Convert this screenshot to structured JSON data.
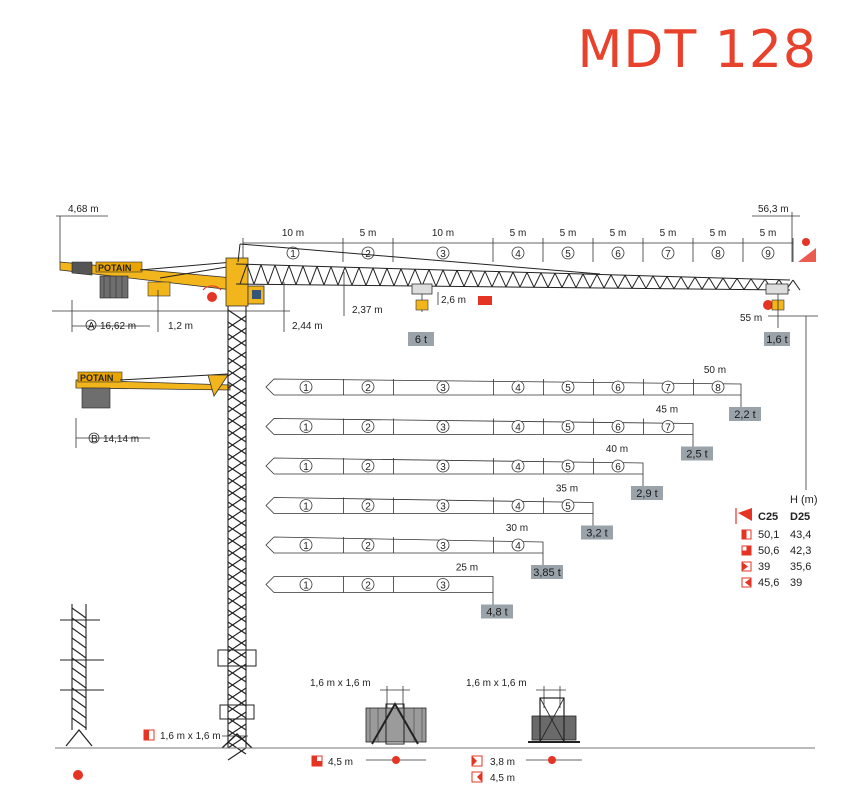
{
  "title": "MDT 128",
  "colors": {
    "title": "#e8412c",
    "yellow": "#f2b51b",
    "load_box": "#9aa3aa",
    "alert": "#e53324"
  },
  "top_dims": {
    "counter_height": "4,68 m",
    "top_right": "56,3 m",
    "counter_a": "16,62 m",
    "counter_a_tag": "A",
    "counter_b": "14,14 m",
    "counter_b_tag": "B",
    "offset_1": "1,2 m",
    "offset_2": "2,44 m",
    "offset_3": "2,37 m",
    "trolley_gap": "2,6 m",
    "tip_radius": "55 m",
    "max_load": "6 t",
    "tip_load": "1,6 t",
    "brand": "POTAIN"
  },
  "segment_lengths": [
    "10 m",
    "5 m",
    "10 m",
    "5 m",
    "5 m",
    "5 m",
    "5 m",
    "5 m",
    "5 m"
  ],
  "segment_numbers": [
    "1",
    "2",
    "3",
    "4",
    "5",
    "6",
    "7",
    "8",
    "9"
  ],
  "configs": [
    {
      "length": "50 m",
      "load": "2,2 t",
      "count": 8
    },
    {
      "length": "45 m",
      "load": "2,5 t",
      "count": 7
    },
    {
      "length": "40 m",
      "load": "2,9 t",
      "count": 6
    },
    {
      "length": "35 m",
      "load": "3,2 t",
      "count": 5
    },
    {
      "length": "30 m",
      "load": "3,85 t",
      "count": 4
    },
    {
      "length": "25 m",
      "load": "4,8 t",
      "count": 3
    }
  ],
  "height_table": {
    "header": "H (m)",
    "col1": "C25",
    "col2": "D25",
    "rows": [
      {
        "icon": "square-half-icon",
        "c25": "50,1",
        "d25": "43,4"
      },
      {
        "icon": "square-corner-icon",
        "c25": "50,6",
        "d25": "42,3"
      },
      {
        "icon": "square-arrow-right-icon",
        "c25": "39",
        "d25": "35,6"
      },
      {
        "icon": "square-arrow-left-icon",
        "c25": "45,6",
        "d25": "39"
      }
    ]
  },
  "base": {
    "mast_section": "1,6 m x 1,6 m",
    "base1_top": "1,6 m x 1,6 m",
    "base1_width": "4,5 m",
    "base2_top": "1,6 m x 1,6 m",
    "base2_width_a": "3,8 m",
    "base2_width_b": "4,5 m"
  }
}
